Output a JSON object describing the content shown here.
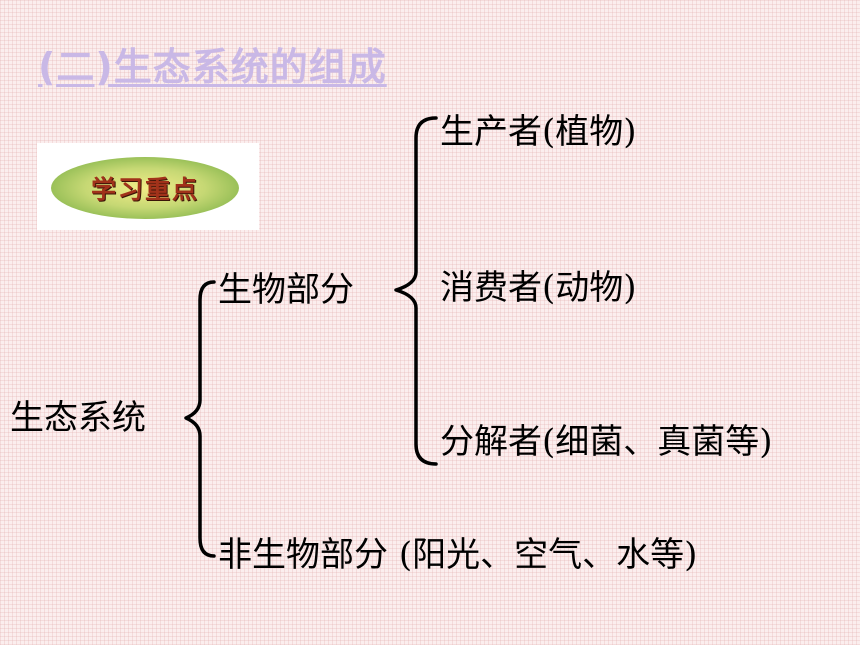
{
  "title": "(二)生态系统的组成",
  "badge": "学习重点",
  "diagram": {
    "root": "生态系统",
    "biotic": {
      "label": "生物部分",
      "children": [
        "生产者(植物)",
        "消费者(动物)",
        "分解者(细菌、真菌等)"
      ]
    },
    "abiotic": {
      "label": "非生物部分",
      "note": "(阳光、空气、水等)"
    }
  }
}
